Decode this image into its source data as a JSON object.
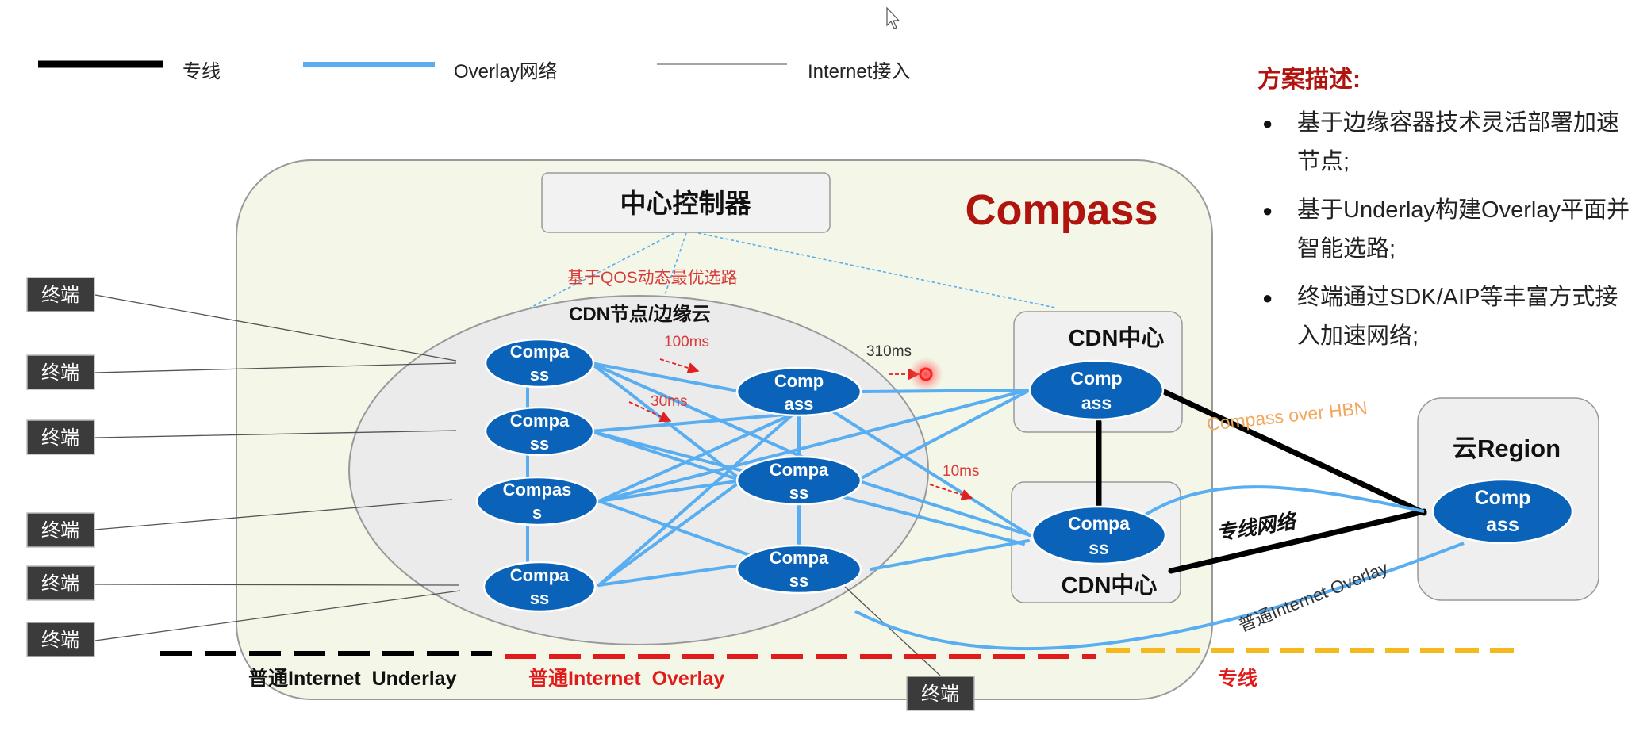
{
  "legend": {
    "dedicated": "专线",
    "overlay": "Overlay网络",
    "internet": "Internet接入"
  },
  "diagram": {
    "brand": "Compass",
    "controller": "中心控制器",
    "qos_label": "基于QOS动态最优选路",
    "cdn_edge_label": "CDN节点/边缘云",
    "cdn_center_label": "CDN中心",
    "cloud_region_label": "云Region",
    "terminal_label": "终端",
    "node_labels": {
      "e1": [
        "Compa",
        "ss"
      ],
      "e2": [
        "Compa",
        "ss"
      ],
      "e3": [
        "Compas",
        "s"
      ],
      "e4": [
        "Compa",
        "ss"
      ],
      "m1": [
        "Comp",
        "ass"
      ],
      "m2": [
        "Compa",
        "ss"
      ],
      "m3": [
        "Compa",
        "ss"
      ],
      "c1": [
        "Comp",
        "ass"
      ],
      "c2": [
        "Compa",
        "ss"
      ],
      "r1": [
        "Comp",
        "ass"
      ]
    },
    "latency": {
      "l100": "100ms",
      "l30": "30ms",
      "l310": "310ms",
      "l10": "10ms"
    },
    "hbn_label": "Compass over HBN",
    "dedicated_net_label": "专线网络",
    "internet_overlay_curve_label": "普通Internet Overlay",
    "bottom": {
      "underlay": "普通Internet  Underlay",
      "overlay": "普通Internet  Overlay",
      "dedicated": "专线"
    }
  },
  "description": {
    "title": "方案描述:",
    "items": [
      "基于边缘容器技术灵活部署加速节点;",
      "基于Underlay构建Overlay平面并智能选路;",
      " 终端通过SDK/AIP等丰富方式接入加速网络;"
    ]
  },
  "colors": {
    "blue_node": "#0a63b8",
    "overlay_line": "#58aef0",
    "frame_bg": "#f4f7e8",
    "brand_red": "#b0140f",
    "dash_red": "#e11b1b",
    "dash_yellow": "#f5b91e"
  }
}
